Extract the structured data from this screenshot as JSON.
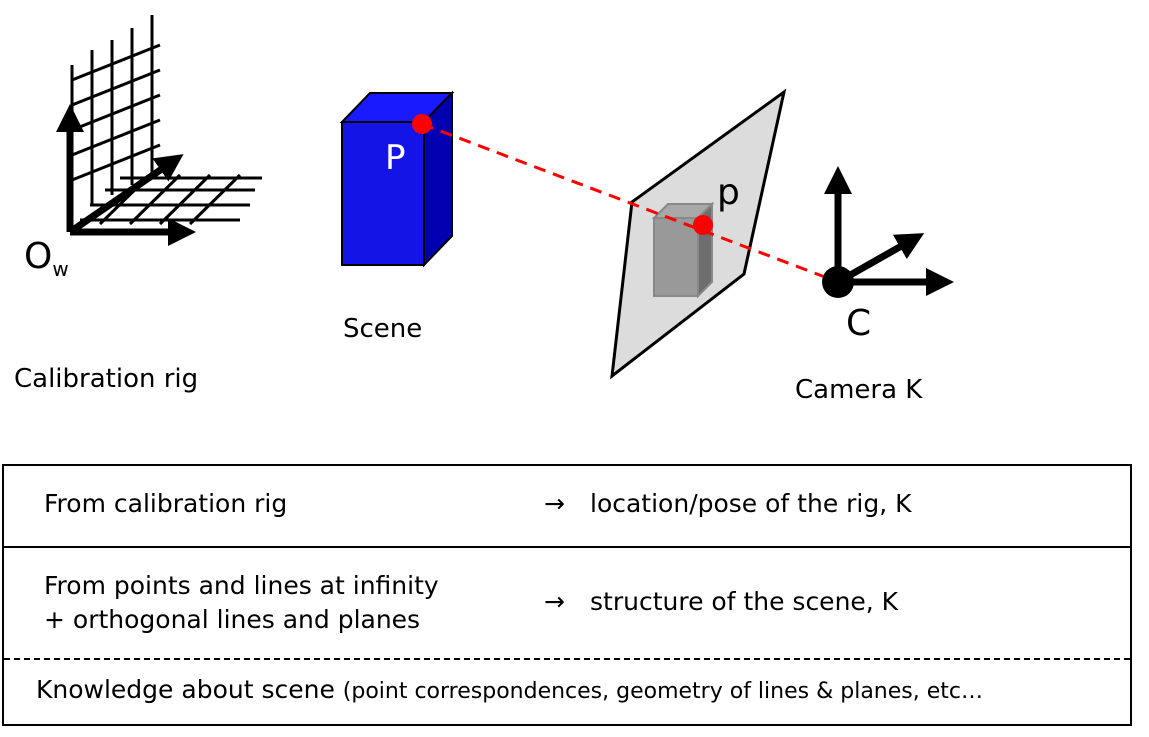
{
  "diagram": {
    "world_origin_label": "O",
    "world_origin_subscript": "w",
    "calibration_rig_label": "Calibration rig",
    "scene_point_label": "P",
    "scene_label": "Scene",
    "image_point_label": "p",
    "camera_center_label": "C",
    "camera_label": "Camera K",
    "colors": {
      "scene_box": "#1414e6",
      "point": "#ff0000",
      "image_plane": "#dcdcdc",
      "ray": "#ff0000"
    }
  },
  "table": {
    "rows": [
      {
        "source": "From calibration rig",
        "arrow": "→",
        "result": "location/pose of the rig, K"
      },
      {
        "source_line1": "From points and lines at infinity",
        "source_line2": "+ orthogonal lines and planes",
        "arrow": "→",
        "result": "structure of the scene, K"
      }
    ],
    "knowledge_main": "Knowledge about scene ",
    "knowledge_detail": "(point correspondences,  geometry of lines & planes, etc…"
  }
}
